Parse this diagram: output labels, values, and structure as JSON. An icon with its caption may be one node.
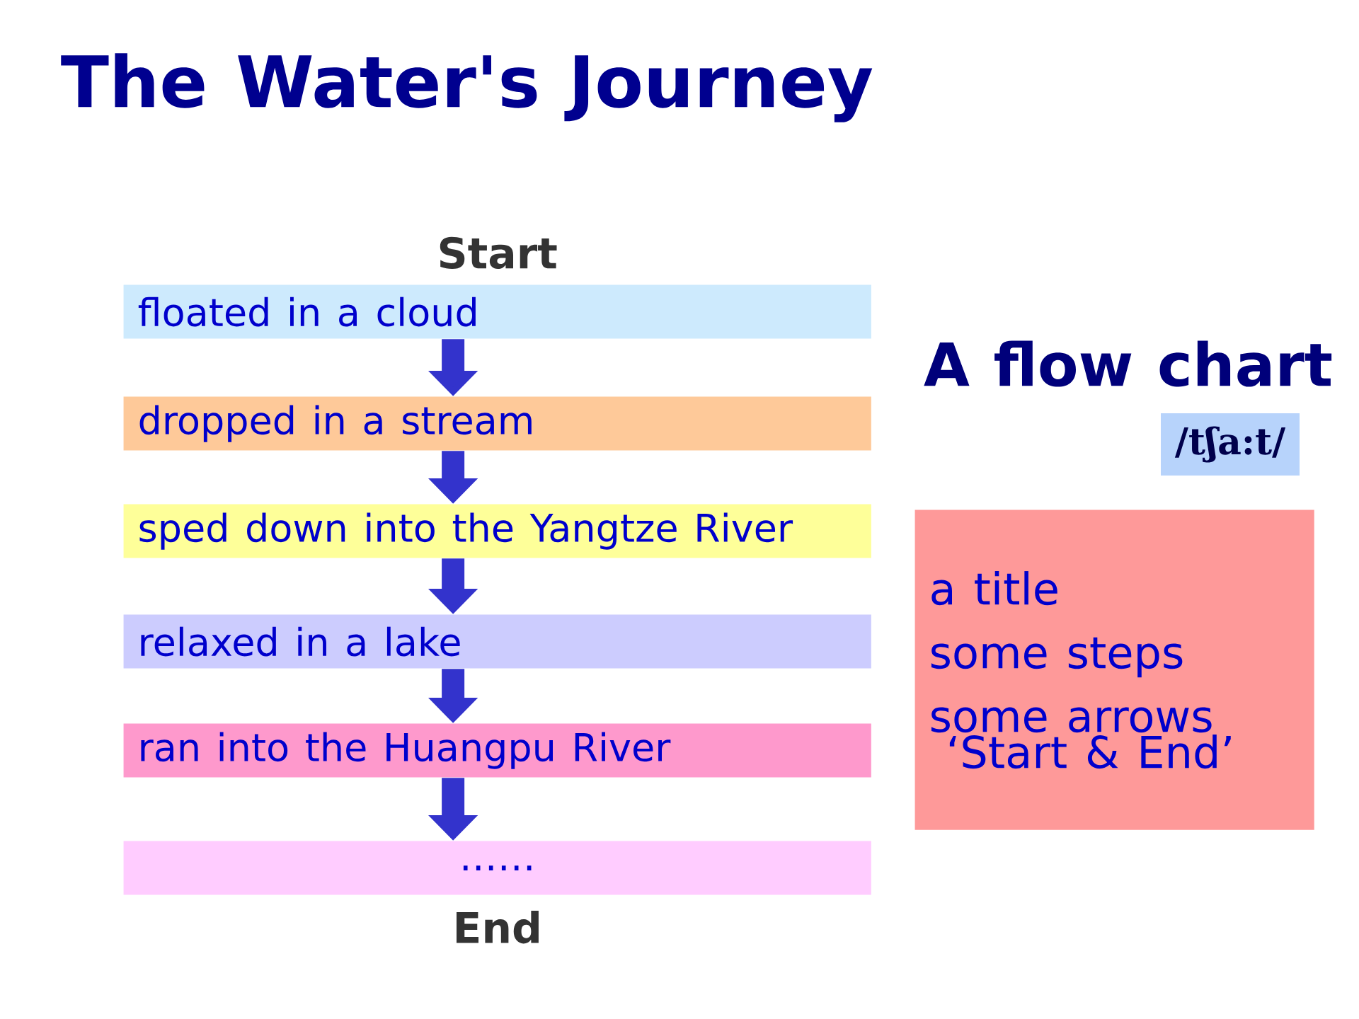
{
  "diagram": {
    "title": "The Water's Journey",
    "nodes": [
      {
        "text": [
          "floated in a cloud"
        ],
        "beside": [
          "Start"
        ]
      },
      {
        "text": [
          "dropped in a stream"
        ]
      },
      {
        "text": [
          "sped down into the Yangtze River"
        ]
      },
      {
        "text": [
          "relaxed in a lake"
        ]
      },
      {
        "text": [
          "ran into the Huangpu River"
        ]
      },
      {
        "text": [
          "……"
        ],
        "beside": [
          "End"
        ]
      },
      {
        "text": [
          "/tʃa:t/"
        ]
      },
      {
        "text": [
          "a title",
          "some steps",
          "some arrows",
          "‘Start & End’"
        ]
      }
    ],
    "edges": [
      {
        "from": 0,
        "to": 1,
        "arrow": "to"
      },
      {
        "from": 1,
        "to": 2,
        "arrow": "to"
      },
      {
        "from": 2,
        "to": 3,
        "arrow": "to"
      },
      {
        "from": 3,
        "to": 4,
        "arrow": "to"
      },
      {
        "from": 4,
        "to": 5,
        "arrow": "to"
      }
    ],
    "labels": [
      "A flow chart"
    ]
  }
}
